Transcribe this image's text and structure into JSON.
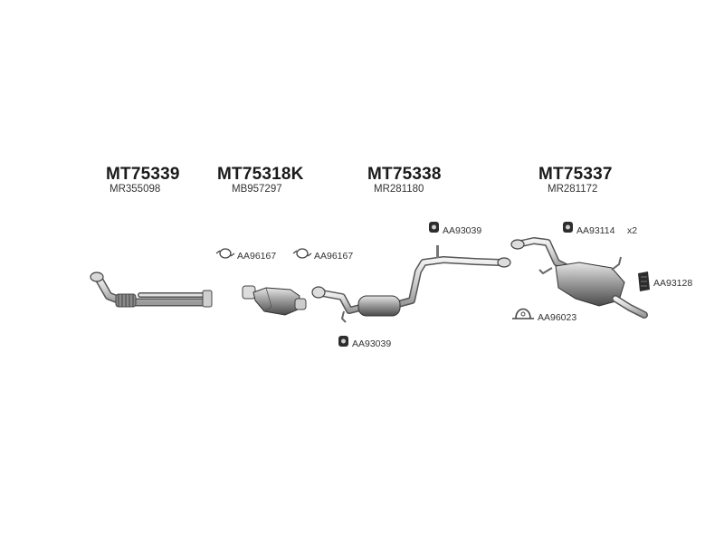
{
  "groups": [
    {
      "code": "MT75339",
      "ref": "MR355098"
    },
    {
      "code": "MT75318K",
      "ref": "MB957297"
    },
    {
      "code": "MT75338",
      "ref": "MR281180"
    },
    {
      "code": "MT75337",
      "ref": "MR281172"
    }
  ],
  "accessories": {
    "gasket_1": "AA96167",
    "gasket_2": "AA96167",
    "hanger_mid_top": "AA93039",
    "hanger_mid_bottom": "AA93039",
    "hanger_rear": "AA93114",
    "hanger_rear_qty": "x2",
    "rubber_mount": "AA93128",
    "clamp_rear": "AA96023"
  },
  "icons": [
    "exhaust-front-pipe",
    "catalytic-converter",
    "center-muffler-pipe",
    "rear-muffler",
    "gasket",
    "rubber-hanger",
    "clamp"
  ]
}
